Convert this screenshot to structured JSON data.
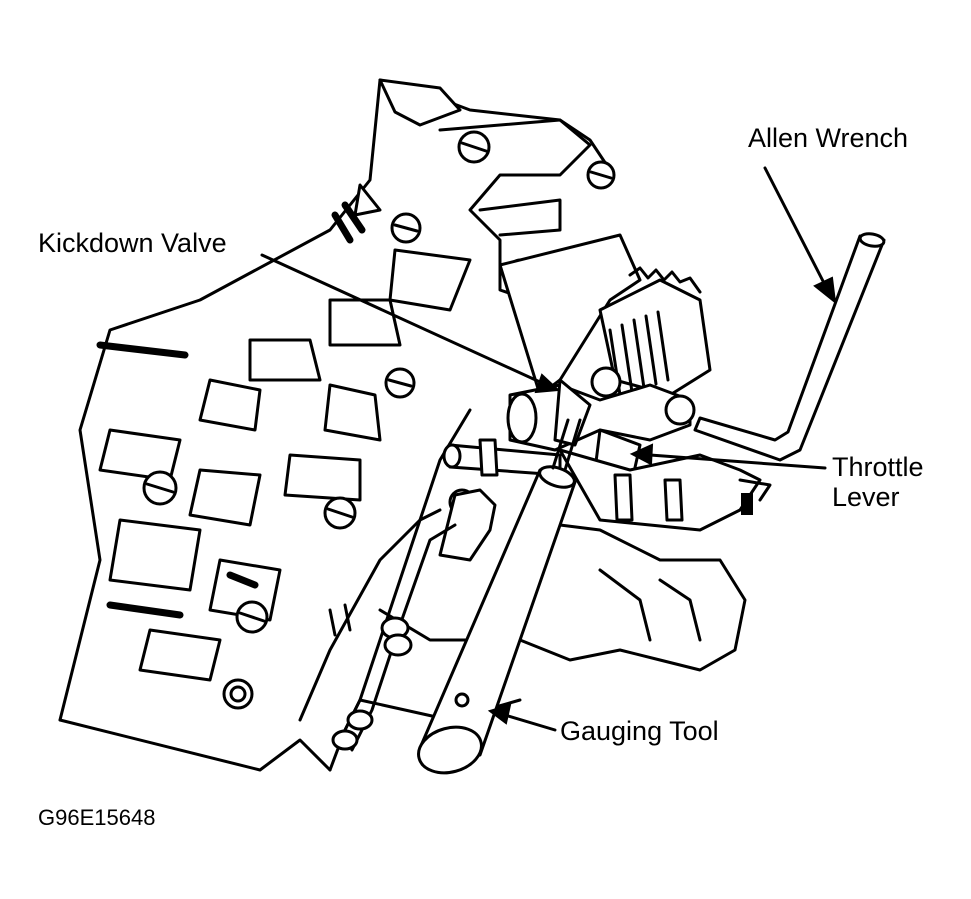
{
  "labels": {
    "allen_wrench": "Allen Wrench",
    "kickdown_valve": "Kickdown Valve",
    "throttle_line1": "Throttle",
    "throttle_line2": "Lever",
    "gauging_tool": "Gauging Tool"
  },
  "figure_id": "G96E15648",
  "colors": {
    "ink": "#000000",
    "paper": "#ffffff"
  }
}
